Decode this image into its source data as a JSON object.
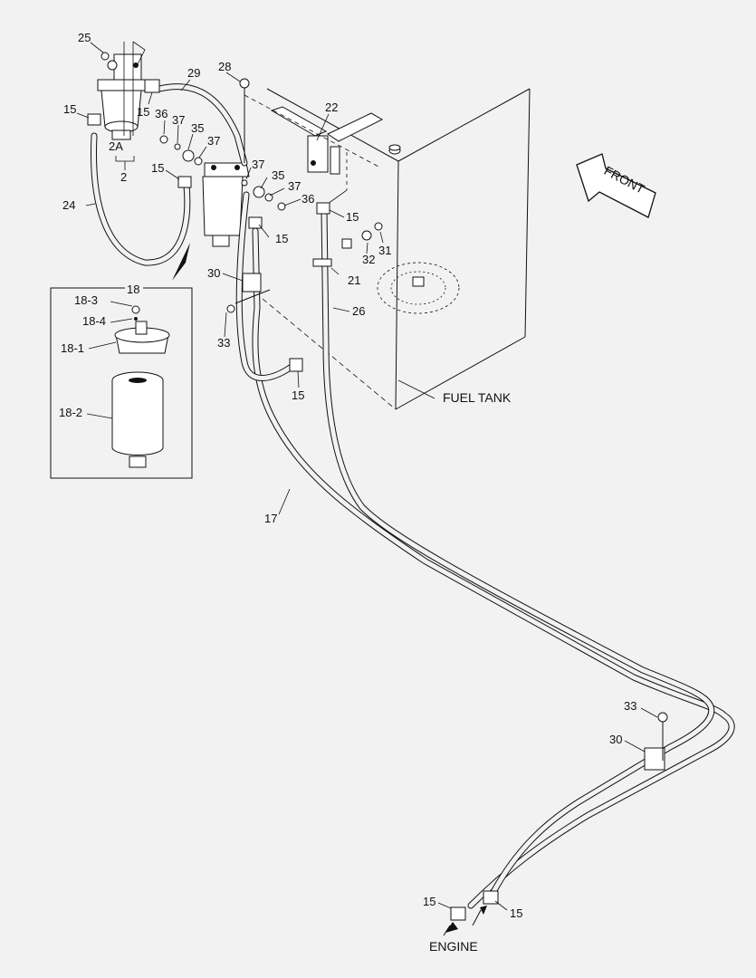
{
  "diagram": {
    "labels": {
      "fuel_tank": "FUEL TANK",
      "front": "FRONT",
      "engine": "ENGINE"
    },
    "callouts": [
      {
        "id": "25",
        "text": "25"
      },
      {
        "id": "29",
        "text": "29"
      },
      {
        "id": "28",
        "text": "28"
      },
      {
        "id": "22",
        "text": "22"
      },
      {
        "id": "15-a",
        "text": "15"
      },
      {
        "id": "15-b",
        "text": "15"
      },
      {
        "id": "36-a",
        "text": "36"
      },
      {
        "id": "37-a",
        "text": "37"
      },
      {
        "id": "35-a",
        "text": "35"
      },
      {
        "id": "37-b",
        "text": "37"
      },
      {
        "id": "2A",
        "text": "2A"
      },
      {
        "id": "2",
        "text": "2"
      },
      {
        "id": "15-c",
        "text": "15"
      },
      {
        "id": "37-c",
        "text": "37"
      },
      {
        "id": "35-b",
        "text": "35"
      },
      {
        "id": "37-d",
        "text": "37"
      },
      {
        "id": "36-b",
        "text": "36"
      },
      {
        "id": "15-d",
        "text": "15"
      },
      {
        "id": "24",
        "text": "24"
      },
      {
        "id": "15-e",
        "text": "15"
      },
      {
        "id": "32",
        "text": "32"
      },
      {
        "id": "31",
        "text": "31"
      },
      {
        "id": "30-a",
        "text": "30"
      },
      {
        "id": "21",
        "text": "21"
      },
      {
        "id": "26",
        "text": "26"
      },
      {
        "id": "33-a",
        "text": "33"
      },
      {
        "id": "15-f",
        "text": "15"
      },
      {
        "id": "17",
        "text": "17"
      },
      {
        "id": "33-b",
        "text": "33"
      },
      {
        "id": "30-b",
        "text": "30"
      },
      {
        "id": "15-g",
        "text": "15"
      },
      {
        "id": "15-h",
        "text": "15"
      }
    ],
    "inset": {
      "title": "18",
      "parts": [
        {
          "id": "18-3",
          "text": "18-3"
        },
        {
          "id": "18-4",
          "text": "18-4"
        },
        {
          "id": "18-1",
          "text": "18-1"
        },
        {
          "id": "18-2",
          "text": "18-2"
        }
      ]
    }
  }
}
